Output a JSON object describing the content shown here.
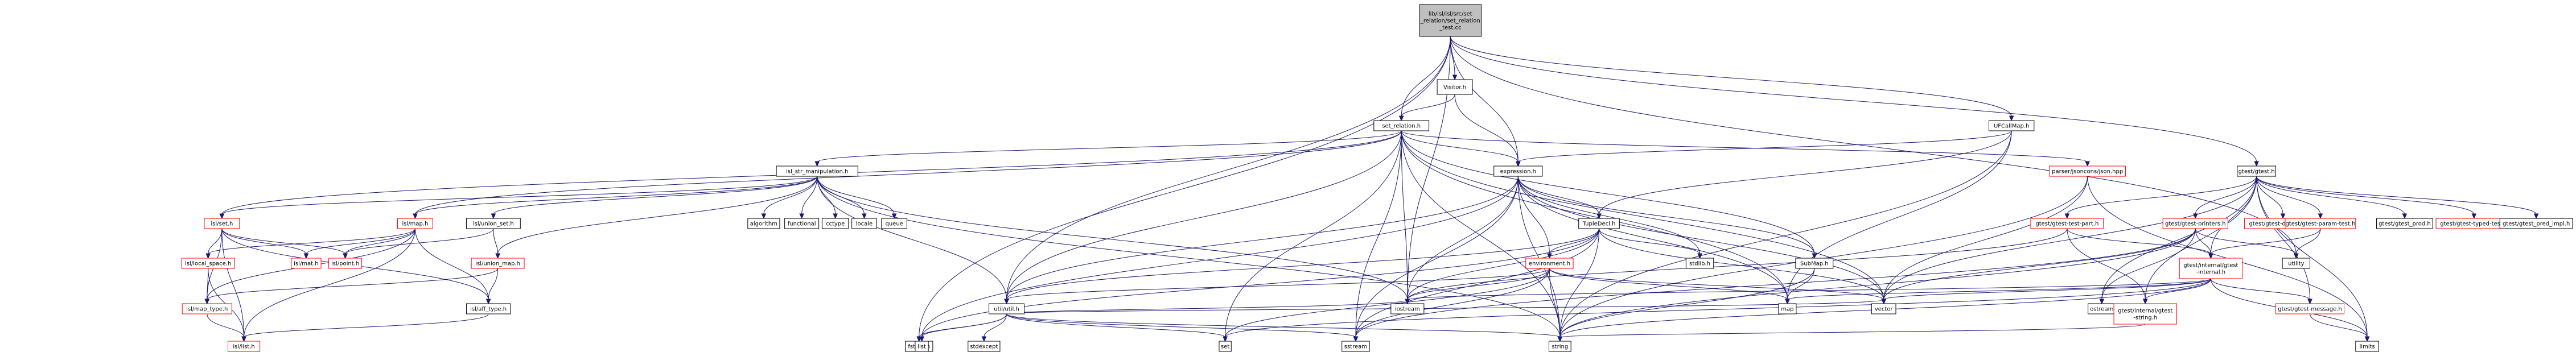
{
  "diagram": {
    "type": "include-dependency-graph",
    "colors": {
      "root_fill": "#bfbfbf",
      "node_fill": "#ffffff",
      "node_border": "#000000",
      "missing_border": "#ff0000",
      "edge": "#191970"
    },
    "nodes": [
      {
        "id": "root",
        "label": [
          "lib/isl/isl/src/set",
          "_relation/set_relation",
          "_test.cc"
        ],
        "kind": "root"
      },
      {
        "id": "visitor",
        "label": [
          "Visitor.h"
        ],
        "kind": "file"
      },
      {
        "id": "set_relation",
        "label": [
          "set_relation.h"
        ],
        "kind": "file"
      },
      {
        "id": "uifcallmap",
        "label": [
          "UFCallMap.h"
        ],
        "kind": "file"
      },
      {
        "id": "gtest",
        "label": [
          "gtest/gtest.h"
        ],
        "kind": "file"
      },
      {
        "id": "isl_str",
        "label": [
          "isl_str_manipulation.h"
        ],
        "kind": "file"
      },
      {
        "id": "expression",
        "label": [
          "expression.h"
        ],
        "kind": "file"
      },
      {
        "id": "json",
        "label": [
          "parser/jsoncons/json.hpp"
        ],
        "kind": "missing"
      },
      {
        "id": "isl_set",
        "label": [
          "isl/set.h"
        ],
        "kind": "missing"
      },
      {
        "id": "isl_map",
        "label": [
          "isl/map.h"
        ],
        "kind": "missing"
      },
      {
        "id": "isl_union_set",
        "label": [
          "isl/union_set.h"
        ],
        "kind": "file"
      },
      {
        "id": "algorithm",
        "label": [
          "algorithm"
        ],
        "kind": "file"
      },
      {
        "id": "functional",
        "label": [
          "functional"
        ],
        "kind": "file"
      },
      {
        "id": "cctype",
        "label": [
          "cctype"
        ],
        "kind": "file"
      },
      {
        "id": "locale",
        "label": [
          "locale"
        ],
        "kind": "file"
      },
      {
        "id": "queue",
        "label": [
          "queue"
        ],
        "kind": "file"
      },
      {
        "id": "tupledecl",
        "label": [
          "TupleDecl.h"
        ],
        "kind": "file"
      },
      {
        "id": "submap",
        "label": [
          "SubMap.h"
        ],
        "kind": "file"
      },
      {
        "id": "gtest_test_part",
        "label": [
          "gtest/gtest-test-part.h"
        ],
        "kind": "missing"
      },
      {
        "id": "gtest_printers",
        "label": [
          "gtest/gtest-printers.h"
        ],
        "kind": "missing"
      },
      {
        "id": "gtest_death",
        "label": [
          "gtest/gtest-death-test.h"
        ],
        "kind": "missing"
      },
      {
        "id": "gtest_param",
        "label": [
          "gtest/gtest-param-test.h"
        ],
        "kind": "missing"
      },
      {
        "id": "gtest_prod",
        "label": [
          "gtest/gtest_prod.h"
        ],
        "kind": "file"
      },
      {
        "id": "gtest_typed",
        "label": [
          "gtest/gtest-typed-test.h"
        ],
        "kind": "missing"
      },
      {
        "id": "gtest_pred",
        "label": [
          "gtest/gtest_pred_impl.h"
        ],
        "kind": "file"
      },
      {
        "id": "isl_local_space",
        "label": [
          "isl/local_space.h"
        ],
        "kind": "missing"
      },
      {
        "id": "isl_mat",
        "label": [
          "isl/mat.h"
        ],
        "kind": "missing"
      },
      {
        "id": "isl_point",
        "label": [
          "isl/point.h"
        ],
        "kind": "missing"
      },
      {
        "id": "isl_union_map",
        "label": [
          "isl/union_map.h"
        ],
        "kind": "missing"
      },
      {
        "id": "environment",
        "label": [
          "environment.h"
        ],
        "kind": "missing"
      },
      {
        "id": "stdlib",
        "label": [
          "stdlib.h"
        ],
        "kind": "file"
      },
      {
        "id": "utility",
        "label": [
          "utility"
        ],
        "kind": "file"
      },
      {
        "id": "gtest_internal",
        "label": [
          "gtest/internal/gtest",
          "-internal.h"
        ],
        "kind": "missing"
      },
      {
        "id": "isl_map_type",
        "label": [
          "isl/map_type.h"
        ],
        "kind": "missing"
      },
      {
        "id": "isl_aff_type",
        "label": [
          "isl/aff_type.h"
        ],
        "kind": "file"
      },
      {
        "id": "util",
        "label": [
          "util/util.h"
        ],
        "kind": "file"
      },
      {
        "id": "iostream",
        "label": [
          "iostream"
        ],
        "kind": "file"
      },
      {
        "id": "map",
        "label": [
          "map"
        ],
        "kind": "file"
      },
      {
        "id": "vector",
        "label": [
          "vector"
        ],
        "kind": "file"
      },
      {
        "id": "ostream",
        "label": [
          "ostream"
        ],
        "kind": "file"
      },
      {
        "id": "gtest_message",
        "label": [
          "gtest/gtest-message.h"
        ],
        "kind": "missing"
      },
      {
        "id": "gtest_string",
        "label": [
          "gtest/internal/gtest",
          "-string.h"
        ],
        "kind": "missing"
      },
      {
        "id": "isl_list",
        "label": [
          "isl/list.h"
        ],
        "kind": "missing"
      },
      {
        "id": "fstream",
        "label": [
          "fstream"
        ],
        "kind": "file"
      },
      {
        "id": "list",
        "label": [
          "list"
        ],
        "kind": "file"
      },
      {
        "id": "stdexcept",
        "label": [
          "stdexcept"
        ],
        "kind": "file"
      },
      {
        "id": "set",
        "label": [
          "set"
        ],
        "kind": "file"
      },
      {
        "id": "sstream",
        "label": [
          "sstream"
        ],
        "kind": "file"
      },
      {
        "id": "string",
        "label": [
          "string"
        ],
        "kind": "file"
      },
      {
        "id": "limits",
        "label": [
          "limits"
        ],
        "kind": "file"
      }
    ],
    "edges": [
      [
        "root",
        "visitor"
      ],
      [
        "root",
        "set_relation"
      ],
      [
        "root",
        "uifcallmap"
      ],
      [
        "root",
        "gtest"
      ],
      [
        "root",
        "expression"
      ],
      [
        "root",
        "util"
      ],
      [
        "root",
        "iostream"
      ],
      [
        "root",
        "fstream"
      ],
      [
        "root",
        "utility"
      ],
      [
        "visitor",
        "set_relation"
      ],
      [
        "visitor",
        "expression"
      ],
      [
        "set_relation",
        "isl_str"
      ],
      [
        "set_relation",
        "expression"
      ],
      [
        "set_relation",
        "json"
      ],
      [
        "set_relation",
        "isl_set"
      ],
      [
        "set_relation",
        "isl_map"
      ],
      [
        "set_relation",
        "util"
      ],
      [
        "set_relation",
        "submap"
      ],
      [
        "set_relation",
        "map"
      ],
      [
        "set_relation",
        "set"
      ],
      [
        "set_relation",
        "sstream"
      ],
      [
        "set_relation",
        "string"
      ],
      [
        "set_relation",
        "iostream"
      ],
      [
        "set_relation",
        "vector"
      ],
      [
        "uifcallmap",
        "expression"
      ],
      [
        "uifcallmap",
        "tupledecl"
      ],
      [
        "uifcallmap",
        "map"
      ],
      [
        "uifcallmap",
        "string"
      ],
      [
        "gtest",
        "gtest_test_part"
      ],
      [
        "gtest",
        "gtest_printers"
      ],
      [
        "gtest",
        "gtest_death"
      ],
      [
        "gtest",
        "gtest_param"
      ],
      [
        "gtest",
        "gtest_prod"
      ],
      [
        "gtest",
        "gtest_typed"
      ],
      [
        "gtest",
        "gtest_pred"
      ],
      [
        "gtest",
        "gtest_internal"
      ],
      [
        "gtest",
        "gtest_message"
      ],
      [
        "gtest",
        "gtest_string"
      ],
      [
        "gtest",
        "ostream"
      ],
      [
        "gtest",
        "vector"
      ],
      [
        "gtest",
        "limits"
      ],
      [
        "isl_str",
        "isl_set"
      ],
      [
        "isl_str",
        "isl_map"
      ],
      [
        "isl_str",
        "isl_union_set"
      ],
      [
        "isl_str",
        "isl_union_map"
      ],
      [
        "isl_str",
        "algorithm"
      ],
      [
        "isl_str",
        "functional"
      ],
      [
        "isl_str",
        "cctype"
      ],
      [
        "isl_str",
        "locale"
      ],
      [
        "isl_str",
        "queue"
      ],
      [
        "isl_str",
        "util"
      ],
      [
        "isl_str",
        "iostream"
      ],
      [
        "isl_str",
        "string"
      ],
      [
        "expression",
        "tupledecl"
      ],
      [
        "expression",
        "environment"
      ],
      [
        "expression",
        "util"
      ],
      [
        "expression",
        "submap"
      ],
      [
        "expression",
        "iostream"
      ],
      [
        "expression",
        "string"
      ],
      [
        "expression",
        "vector"
      ],
      [
        "expression",
        "list"
      ],
      [
        "expression",
        "sstream"
      ],
      [
        "expression",
        "stdlib"
      ],
      [
        "expression",
        "map"
      ],
      [
        "json",
        "vector"
      ],
      [
        "json",
        "string"
      ],
      [
        "json",
        "limits"
      ],
      [
        "tupledecl",
        "util"
      ],
      [
        "tupledecl",
        "environment"
      ],
      [
        "tupledecl",
        "stdlib"
      ],
      [
        "tupledecl",
        "iostream"
      ],
      [
        "tupledecl",
        "vector"
      ],
      [
        "tupledecl",
        "string"
      ],
      [
        "tupledecl",
        "sstream"
      ],
      [
        "tupledecl",
        "list"
      ],
      [
        "submap",
        "map"
      ],
      [
        "submap",
        "string"
      ],
      [
        "gtest_test_part",
        "gtest_internal"
      ],
      [
        "gtest_test_part",
        "iostream"
      ],
      [
        "gtest_test_part",
        "gtest_string"
      ],
      [
        "gtest_printers",
        "gtest_internal"
      ],
      [
        "gtest_printers",
        "ostream"
      ],
      [
        "gtest_printers",
        "utility"
      ],
      [
        "gtest_printers",
        "vector"
      ],
      [
        "gtest_printers",
        "sstream"
      ],
      [
        "gtest_printers",
        "string"
      ],
      [
        "gtest_param",
        "gtest_internal"
      ],
      [
        "gtest_param",
        "utility"
      ],
      [
        "isl_set",
        "isl_local_space"
      ],
      [
        "isl_set",
        "isl_mat"
      ],
      [
        "isl_set",
        "isl_point"
      ],
      [
        "isl_set",
        "isl_map_type"
      ],
      [
        "isl_set",
        "isl_aff_type"
      ],
      [
        "isl_set",
        "isl_list"
      ],
      [
        "isl_map",
        "isl_local_space"
      ],
      [
        "isl_map",
        "isl_mat"
      ],
      [
        "isl_map",
        "isl_point"
      ],
      [
        "isl_map",
        "isl_map_type"
      ],
      [
        "isl_map",
        "isl_aff_type"
      ],
      [
        "isl_map",
        "isl_list"
      ],
      [
        "isl_union_set",
        "isl_point"
      ],
      [
        "isl_union_set",
        "isl_union_map"
      ],
      [
        "isl_union_map",
        "isl_map_type"
      ],
      [
        "isl_union_map",
        "isl_aff_type"
      ],
      [
        "environment",
        "util"
      ],
      [
        "environment",
        "map"
      ],
      [
        "environment",
        "string"
      ],
      [
        "environment",
        "iostream"
      ],
      [
        "environment",
        "vector"
      ],
      [
        "environment",
        "set"
      ],
      [
        "environment",
        "sstream"
      ],
      [
        "gtest_internal",
        "gtest_message"
      ],
      [
        "gtest_internal",
        "gtest_string"
      ],
      [
        "gtest_internal",
        "map"
      ],
      [
        "gtest_internal",
        "vector"
      ],
      [
        "gtest_internal",
        "set"
      ],
      [
        "gtest_internal",
        "string"
      ],
      [
        "gtest_internal",
        "limits"
      ],
      [
        "gtest_internal",
        "iostream"
      ],
      [
        "isl_local_space",
        "isl_map_type"
      ],
      [
        "isl_local_space",
        "isl_list"
      ],
      [
        "isl_map_type",
        "isl_list"
      ],
      [
        "isl_aff_type",
        "isl_list"
      ],
      [
        "util",
        "fstream"
      ],
      [
        "util",
        "list"
      ],
      [
        "util",
        "stdexcept"
      ],
      [
        "util",
        "set"
      ],
      [
        "util",
        "sstream"
      ],
      [
        "util",
        "string"
      ],
      [
        "util",
        "iostream"
      ],
      [
        "util",
        "vector"
      ],
      [
        "gtest_message",
        "limits"
      ],
      [
        "gtest_string",
        "string"
      ]
    ]
  }
}
